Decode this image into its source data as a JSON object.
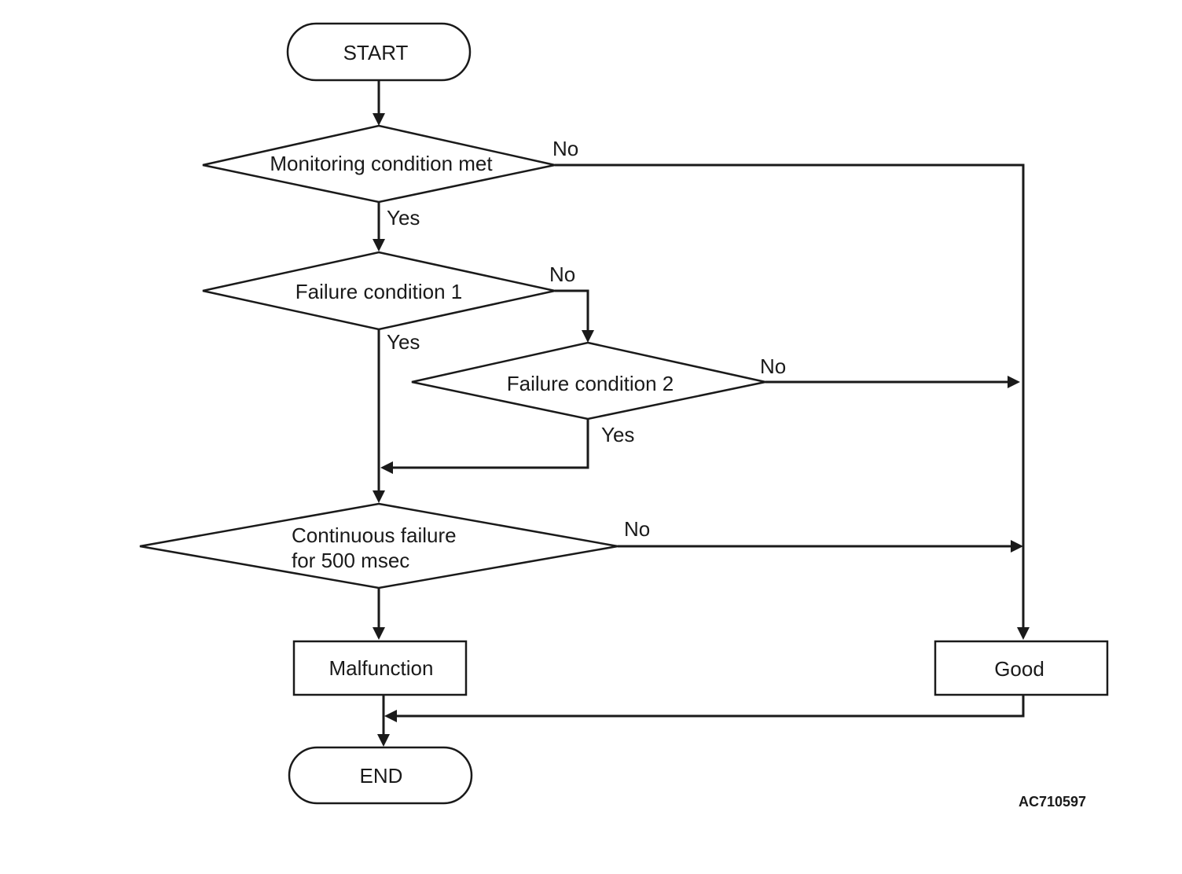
{
  "nodes": {
    "start": "START",
    "monitoring": "Monitoring condition met",
    "failure1": "Failure condition 1",
    "failure2": "Failure condition 2",
    "continuous_line1": "Continuous failure",
    "continuous_line2": "for 500 msec",
    "malfunction": "Malfunction",
    "good": "Good",
    "end": "END"
  },
  "edge_labels": {
    "monitoring_no": "No",
    "monitoring_yes": "Yes",
    "failure1_no": "No",
    "failure1_yes": "Yes",
    "failure2_no": "No",
    "failure2_yes": "Yes",
    "continuous_no": "No"
  },
  "figure_code": "AC710597"
}
